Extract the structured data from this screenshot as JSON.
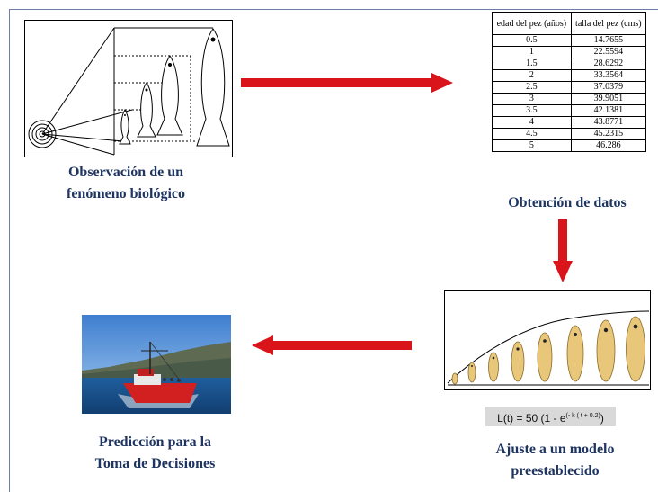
{
  "captions": {
    "observation": [
      "Observación de un",
      "fenómeno biológico"
    ],
    "data": "Obtención de datos",
    "model": [
      "Ajuste a un modelo",
      "preestablecido"
    ],
    "prediction": [
      "Predicción para la",
      "Toma de Decisiones"
    ]
  },
  "table": {
    "headers": [
      "edad del pez (años)",
      "talla  del pez (cms)"
    ],
    "rows": [
      [
        "0.5",
        "14.7655"
      ],
      [
        "1",
        "22.5594"
      ],
      [
        "1.5",
        "28.6292"
      ],
      [
        "2",
        "33.3564"
      ],
      [
        "2.5",
        "37.0379"
      ],
      [
        "3",
        "39.9051"
      ],
      [
        "3.5",
        "42.1381"
      ],
      [
        "4",
        "43.8771"
      ],
      [
        "4.5",
        "45.2315"
      ],
      [
        "5",
        "46.286"
      ]
    ]
  },
  "formula": {
    "base": "L(t) = 50 (1 - e",
    "exponent": "(- k ( t + 0.2)",
    "close": ")"
  },
  "colors": {
    "caption": "#1f3561",
    "arrow": "#d9141b",
    "frame": "#6c7fa8"
  },
  "icons": [
    "fish-growth-illustration",
    "fish-curve-illustration",
    "fishing-boat-photo"
  ]
}
